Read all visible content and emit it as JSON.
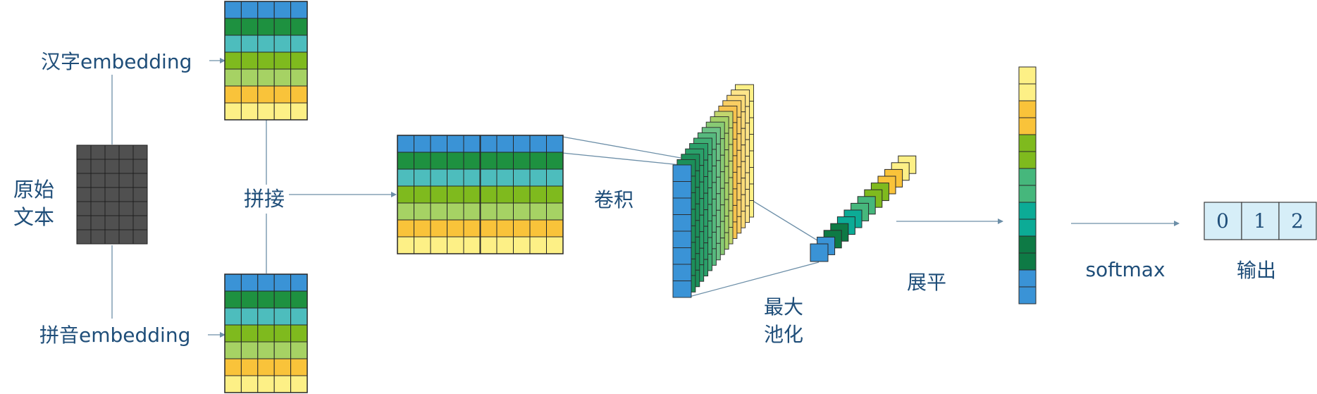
{
  "labels": {
    "raw_text": [
      "原始",
      "文本"
    ],
    "char_embedding": "汉字embedding",
    "pinyin_embedding": "拼音embedding",
    "concat": "拼接",
    "conv": "卷积",
    "maxpool": [
      "最大",
      "池化"
    ],
    "flatten": "展平",
    "softmax": "softmax",
    "output": "输出"
  },
  "outputs": [
    "0",
    "1",
    "2"
  ],
  "colors": {
    "blue": "#3a93d6",
    "green_dark": "#1e9140",
    "teal": "#4dbdbd",
    "lime": "#7fba1e",
    "lime_light": "#a6d264",
    "orange": "#f9c33a",
    "yellow": "#fdf086",
    "raw_gray": "#505050",
    "line": "#6d8fa8",
    "text": "#1f4e79",
    "output_fill": "#d6eef8"
  },
  "embedding_row_colors": [
    "blue",
    "green_dark",
    "teal",
    "lime",
    "lime_light",
    "orange",
    "yellow"
  ],
  "flatten_colors": [
    "yellow",
    "yellow",
    "orange",
    "orange",
    "lime",
    "lime",
    "#46b77c",
    "#46b77c",
    "#0cab96",
    "#0cab96",
    "#0e7a45",
    "#0e7a45",
    "blue",
    "blue"
  ],
  "pool_colors": [
    "blue",
    "blue",
    "#0e7a45",
    "#0e7a45",
    "#0cab96",
    "#0cab96",
    "#46b77c",
    "#46b77c",
    "lime",
    "lime",
    "orange",
    "orange",
    "yellow",
    "yellow"
  ],
  "conv_colors": [
    "blue",
    "#1c8f5a",
    "#1c8f5a",
    "#2aa06a",
    "#2aa06a",
    "#3fae74",
    "#56b97e",
    "#6cc286",
    "#88ca74",
    "#a4d168",
    "#c2d66e",
    "#f7c34e",
    "#f9ce63",
    "#fbdb78",
    "#fde58a",
    "#fdf086"
  ]
}
